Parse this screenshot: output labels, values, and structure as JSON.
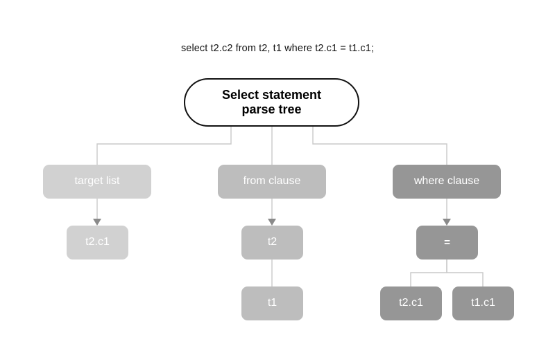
{
  "caption": {
    "sql": "select t2.c2 from t2, t1 where t2.c1 = t1.c1;"
  },
  "tree": {
    "root": {
      "label": "Select statement\nparse tree",
      "fill": "#ffffff",
      "stroke": "#111111",
      "text_color": "#000000"
    },
    "branches": [
      {
        "name": "target-list",
        "label": "target list",
        "fill": "#d1d1d1",
        "children": [
          {
            "name": "target-list-t2c1",
            "label": "t2.c1",
            "fill": "#d1d1d1"
          }
        ]
      },
      {
        "name": "from-clause",
        "label": "from clause",
        "fill": "#bdbdbd",
        "children": [
          {
            "name": "from-clause-t2",
            "label": "t2",
            "fill": "#bdbdbd"
          },
          {
            "name": "from-clause-t1",
            "label": "t1",
            "fill": "#bdbdbd"
          }
        ]
      },
      {
        "name": "where-clause",
        "label": "where clause",
        "fill": "#969696",
        "children": [
          {
            "name": "where-clause-equals",
            "label": "=",
            "fill": "#969696"
          },
          {
            "name": "where-clause-t2c1",
            "label": "t2.c1",
            "fill": "#969696"
          },
          {
            "name": "where-clause-t1c1",
            "label": "t1.c1",
            "fill": "#969696"
          }
        ]
      }
    ],
    "connector_color": "#c9c9c9",
    "arrow_color": "#8a8a8a",
    "background": "#ffffff"
  }
}
